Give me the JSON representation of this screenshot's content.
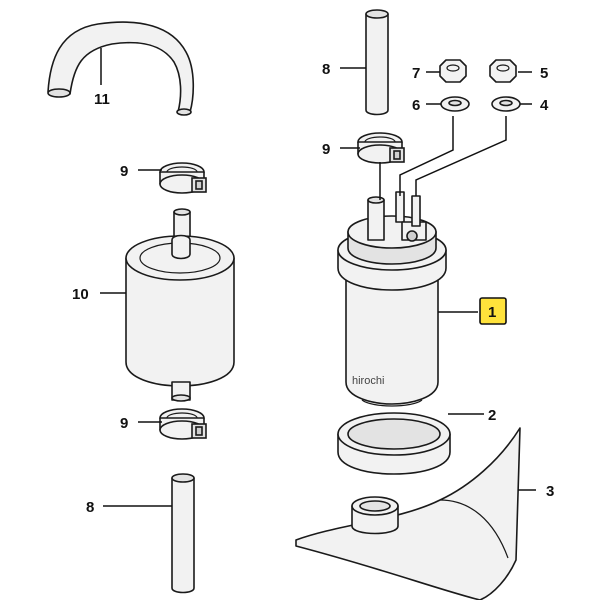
{
  "callouts": {
    "pump": "1",
    "ring_seal": "2",
    "rubber_mount": "3",
    "washer_right": "4",
    "nut_right": "5",
    "washer_left": "6",
    "nut_left": "7",
    "hose_top": "8",
    "hose_bottom": "8",
    "clamp_top_right": "9",
    "clamp_top_left": "9",
    "clamp_bottom_left": "9",
    "filter": "10",
    "hose_bent": "11"
  },
  "watermark": "hirochi",
  "colors": {
    "highlight": "#ffe23b",
    "line": "#1a1a1a",
    "fill": "#f2f2f2"
  }
}
